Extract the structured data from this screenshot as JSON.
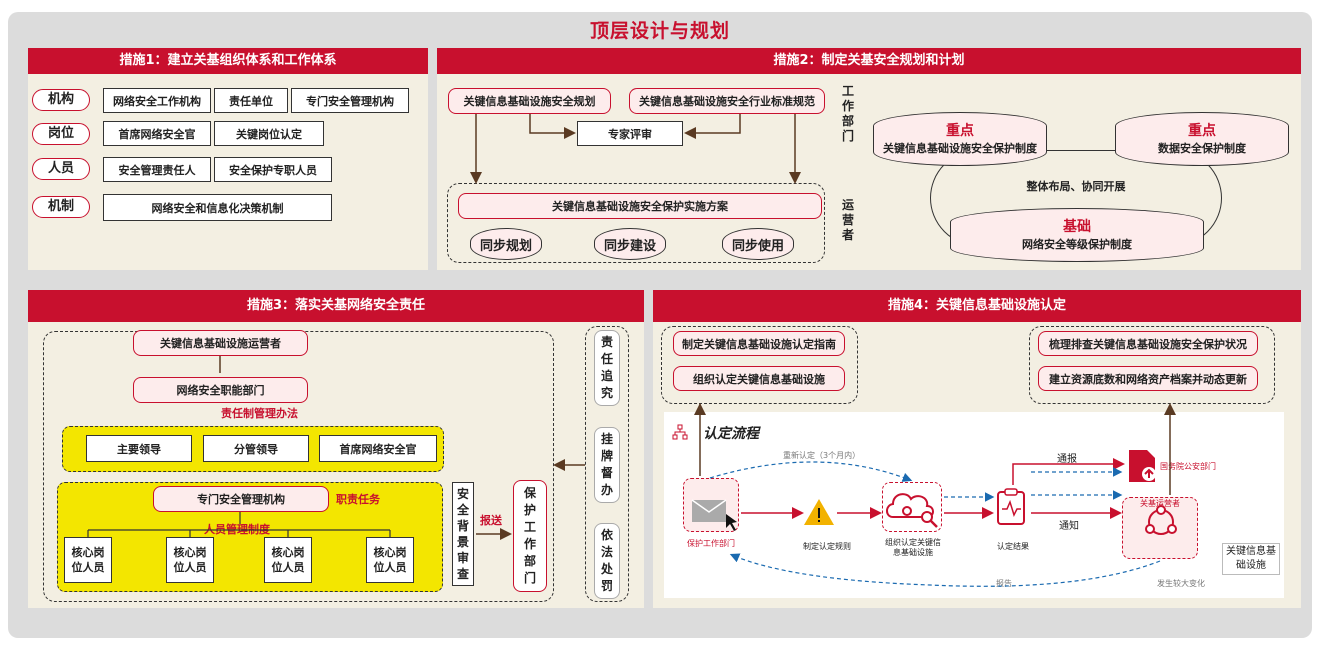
{
  "title": "顶层设计与规划",
  "p1": {
    "header": "措施1：建立关基组织体系和工作体系",
    "rows": [
      {
        "label": "机构",
        "items": [
          "网络安全工作机构",
          "责任单位",
          "专门安全管理机构"
        ]
      },
      {
        "label": "岗位",
        "items": [
          "首席网络安全官",
          "关键岗位认定"
        ]
      },
      {
        "label": "人员",
        "items": [
          "安全管理责任人",
          "安全保护专职人员"
        ]
      },
      {
        "label": "机制",
        "items": [
          "网络安全和信息化决策机制"
        ]
      }
    ]
  },
  "p2": {
    "header": "措施2：制定关基安全规划和计划",
    "plan": "关键信息基础设施安全规划",
    "std": "关键信息基础设施安全行业标准规范",
    "expert": "专家评审",
    "impl": "关键信息基础设施安全保护实施方案",
    "sync": [
      "同步规划",
      "同步建设",
      "同步使用"
    ],
    "dept": "工作部门",
    "oper": "运营者",
    "key1_tag": "重点",
    "key1": "关键信息基础设施安全保护制度",
    "key2_tag": "重点",
    "key2": "数据安全保护制度",
    "overall": "整体布局、协同开展",
    "base_tag": "基础",
    "base": "网络安全等级保护制度"
  },
  "p3": {
    "header": "措施3：落实关基网络安全责任",
    "operator": "关键信息基础设施运营者",
    "func": "网络安全职能部门",
    "resp_rule": "责任制管理办法",
    "leaders": [
      "主要领导",
      "分管领导",
      "首席网络安全官"
    ],
    "org": "专门安全管理机构",
    "duty": "职责任务",
    "staff_rule": "人员管理制度",
    "core": [
      "核心岗位人员",
      "核心岗位人员",
      "核心岗位人员",
      "核心岗位人员"
    ],
    "bg": "安全背景审查",
    "report": "报送",
    "protect": "保护工作部门",
    "side": [
      "责任追究",
      "挂牌督办",
      "依法处罚"
    ]
  },
  "p4": {
    "header": "措施4：关键信息基础设施认定",
    "left": [
      "制定关键信息基础设施认定指南",
      "组织认定关键信息基础设施"
    ],
    "right": [
      "梳理排查关键信息基础设施安全保护状况",
      "建立资源底数和网络资产档案并动态更新"
    ],
    "flow_title": "认定流程",
    "reidentify": "重新认定（3个月内）",
    "n1": "保护工作部门",
    "n2": "制定认定规则",
    "n3": "组织认定关键信息基础设施",
    "n4": "认定结果",
    "n5": "国务院公安部门",
    "n6": "关基运营者",
    "notify1": "通报",
    "notify2": "通知",
    "report": "报告",
    "change": "发生较大变化",
    "cii": "关键信息基础设施"
  }
}
